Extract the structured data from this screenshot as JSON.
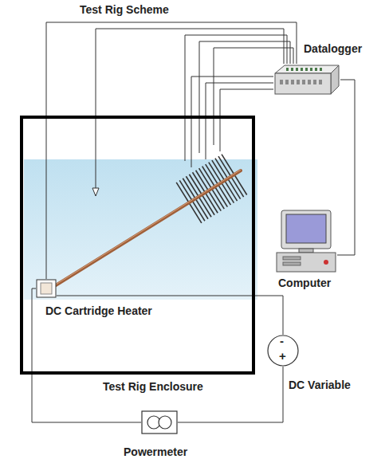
{
  "diagram": {
    "title": "Test Rig Scheme",
    "nodes": [
      {
        "text": [
          "Test Rig Enclosure"
        ]
      },
      {
        "text": [
          "DC Cartridge Heater"
        ],
        "in": 0
      },
      {
        "text": [
          "Datalogger"
        ]
      },
      {
        "text": [
          "Computer"
        ]
      },
      {
        "text": [
          "DC Variable"
        ]
      },
      {
        "text": [
          "Powermeter"
        ]
      }
    ],
    "edges": [
      {
        "from": 1,
        "to": 2,
        "arrow": "none"
      },
      {
        "from": 2,
        "to": 3,
        "arrow": "none"
      },
      {
        "from": 1,
        "to": 4,
        "arrow": "none"
      },
      {
        "from": 4,
        "to": 5,
        "arrow": "none"
      },
      {
        "from": 5,
        "to": 1,
        "arrow": "none"
      }
    ],
    "labels": [
      "-",
      "+"
    ]
  }
}
